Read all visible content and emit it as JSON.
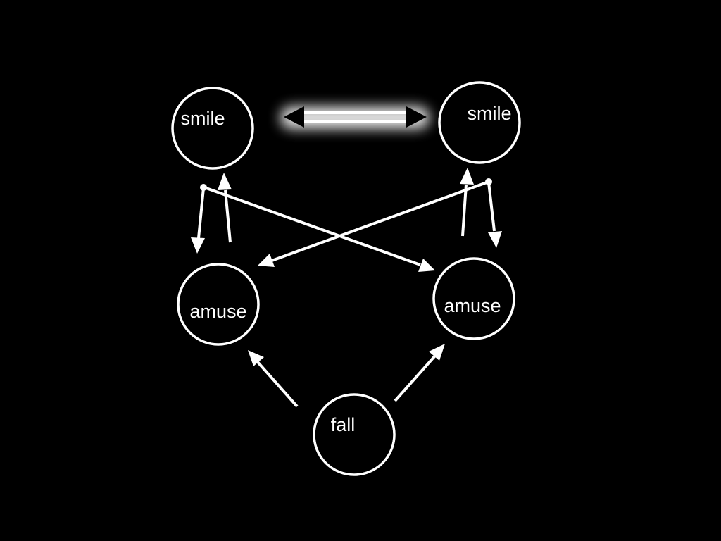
{
  "colors": {
    "background": "#000000",
    "foreground": "#ffffff"
  },
  "diagram": {
    "nodes": [
      {
        "id": "smile-left",
        "label": "smile"
      },
      {
        "id": "smile-right",
        "label": "smile"
      },
      {
        "id": "amuse-left",
        "label": "amuse"
      },
      {
        "id": "amuse-right",
        "label": "amuse"
      },
      {
        "id": "fall",
        "label": "fall"
      }
    ],
    "edges": [
      {
        "from": "fall",
        "to": "amuse-left"
      },
      {
        "from": "fall",
        "to": "amuse-right"
      },
      {
        "from": "amuse-left",
        "to": "smile-left"
      },
      {
        "from": "smile-left",
        "to": "amuse-left"
      },
      {
        "from": "amuse-right",
        "to": "smile-right"
      },
      {
        "from": "smile-right",
        "to": "amuse-right"
      },
      {
        "from": "smile-left",
        "to": "amuse-right"
      },
      {
        "from": "smile-right",
        "to": "amuse-left"
      },
      {
        "from": "smile-left",
        "to": "smile-right",
        "bidirectional": true,
        "highlighted": true
      }
    ]
  }
}
